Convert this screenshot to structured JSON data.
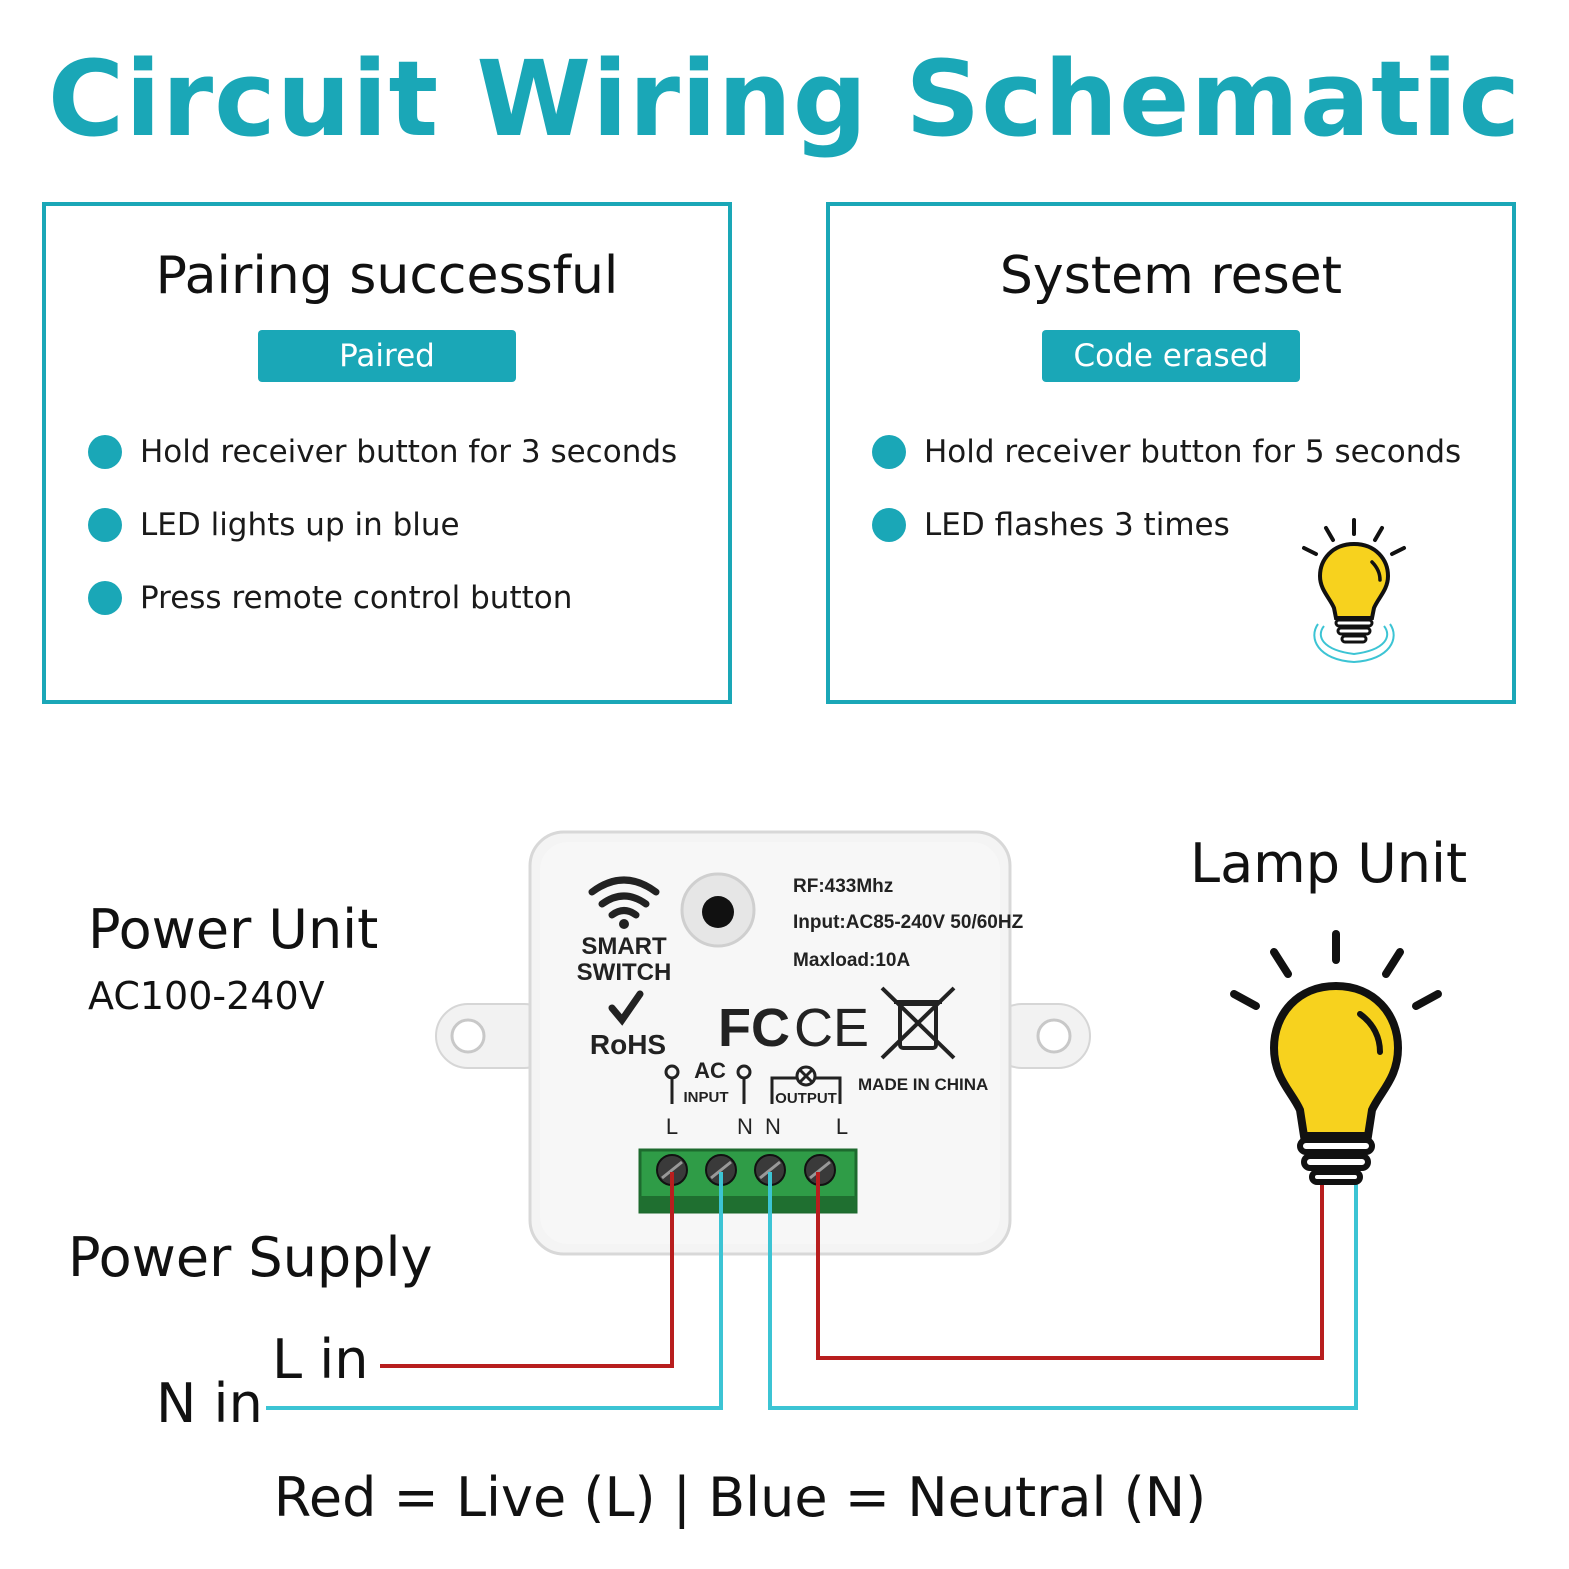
{
  "title": "Circuit Wiring Schematic",
  "pairing": {
    "title": "Pairing successful",
    "badge": "Paired",
    "steps": [
      "Hold receiver button for 3 seconds",
      "LED lights up in blue",
      "Press remote control button"
    ]
  },
  "reset": {
    "title": "System reset",
    "badge": "Code erased",
    "steps": [
      "Hold receiver button for 5 seconds",
      "LED flashes 3 times"
    ]
  },
  "device": {
    "brand_line1": "SMART",
    "brand_line2": "SWITCH",
    "rf": "RF:433Mhz",
    "input": "Input:AC85-240V 50/60HZ",
    "maxload": "Maxload:10A",
    "rohs": "RoHS",
    "fc": "FC",
    "ce": "CE",
    "ac": "AC",
    "input_label": "INPUT",
    "output_label": "OUTPUT",
    "made_in": "MADE IN CHINA",
    "terminals": [
      "L",
      "N",
      "N",
      "L"
    ]
  },
  "power_unit": {
    "title": "Power Unit",
    "voltage": "AC100-240V"
  },
  "lamp_unit": {
    "title": "Lamp Unit"
  },
  "power_supply": {
    "title": "Power Supply",
    "live_in": "L in",
    "neutral_in": "N in"
  },
  "legend": "Red = Live (L) | Blue = Neutral (N)",
  "colors": {
    "accent": "#1aa7b7",
    "live": "#b81e1e",
    "neutral": "#3cc4d4",
    "bulb": "#f7d21e"
  }
}
